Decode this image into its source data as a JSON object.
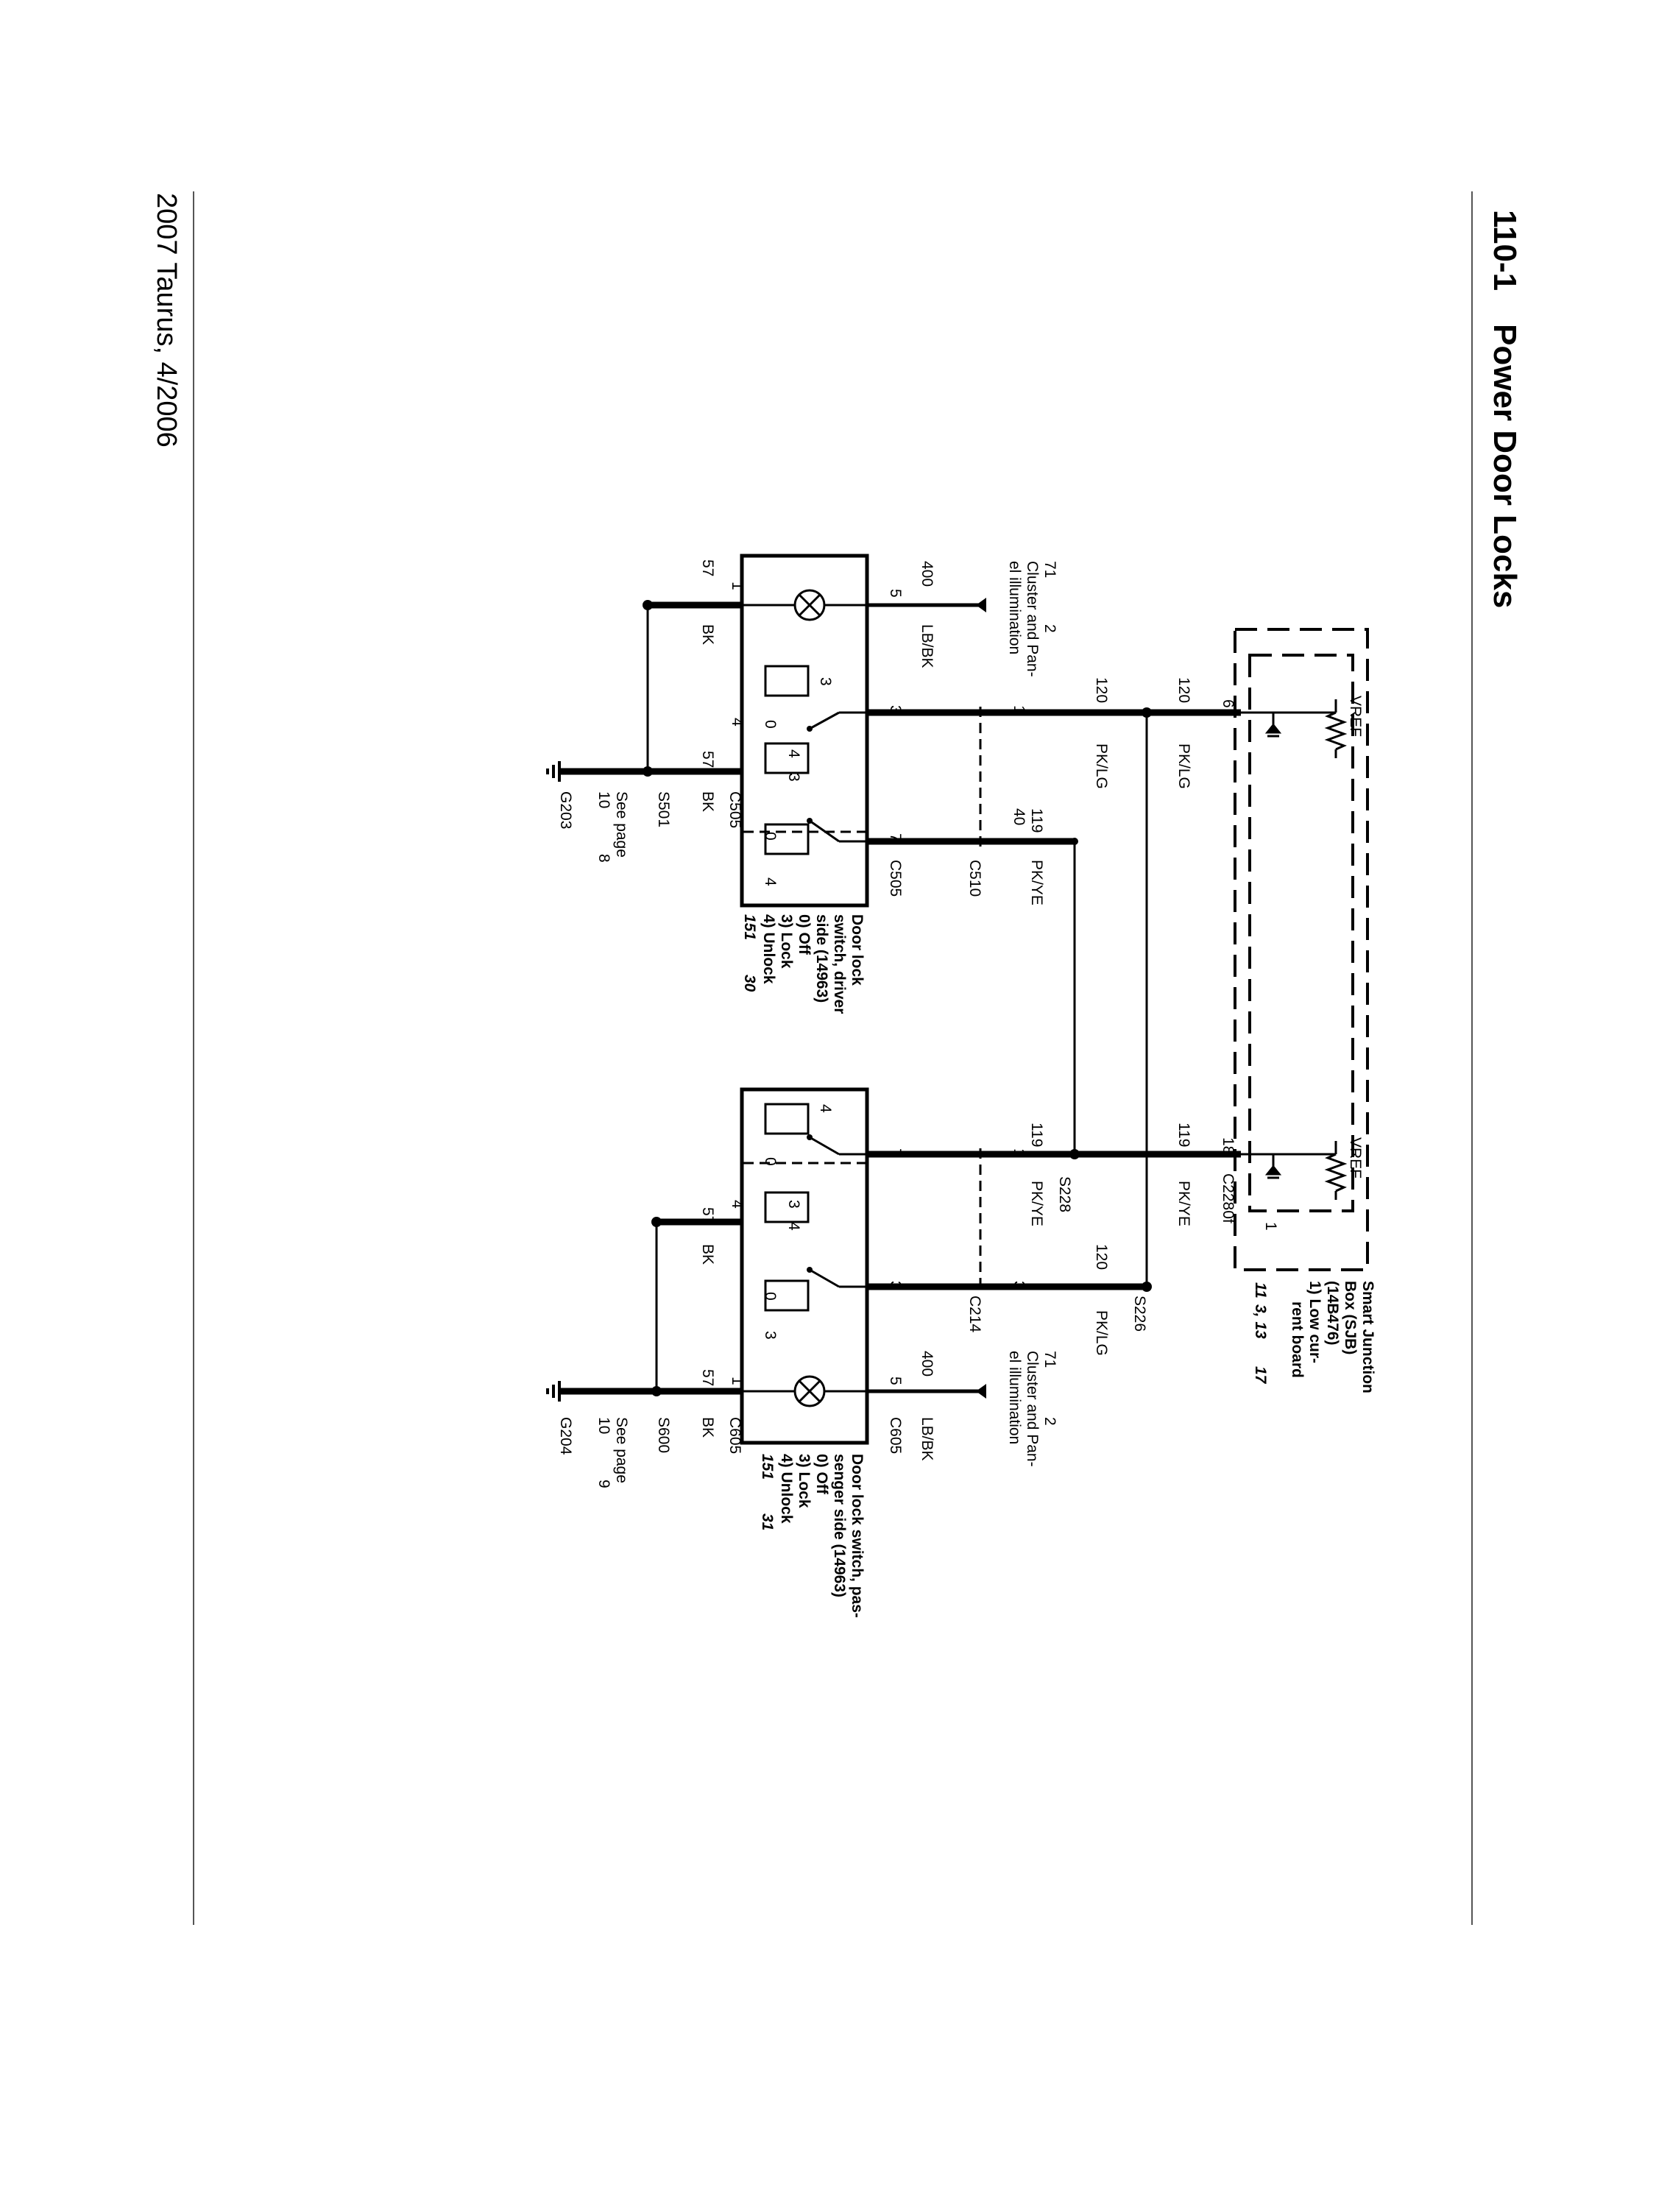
{
  "header": {
    "page_number": "110-1",
    "title": "Power Door Locks"
  },
  "footer": {
    "text": "2007 Taurus, 4/2006"
  },
  "sjb": {
    "title_lines": [
      "Smart Junction",
      "Box (SJB)",
      "(14B476)"
    ],
    "board_lines": [
      "1)    Low cur-",
      "rent board"
    ],
    "refs": [
      "11",
      "3, 13",
      "17"
    ],
    "vref": "VREF",
    "pins": {
      "driver": "6",
      "passenger": "18"
    },
    "connector": "C2280f",
    "board_marker": "1"
  },
  "wires": {
    "pklg": {
      "circuit": "120",
      "color": "PK/LG"
    },
    "pkye": {
      "circuit": "119",
      "color": "PK/YE"
    },
    "lbbk": {
      "circuit": "400",
      "color": "LB/BK"
    },
    "bk": {
      "circuit": "57",
      "color": "BK"
    },
    "illum": {
      "circuit": "71",
      "ref": "2",
      "lines": [
        "Cluster and Pan-",
        "el illumination"
      ]
    }
  },
  "driver": {
    "connector": "C505",
    "inline": "C510",
    "inline_pins": {
      "pklg": "1",
      "pkye": "40"
    },
    "pins": {
      "illum": "5",
      "pklg": "3",
      "pkye": "7",
      "gnd_a": "1",
      "gnd_b": "4"
    },
    "splice": "S501",
    "ground": "G203",
    "see_page": {
      "label": "See page",
      "page": "10",
      "sheet": "8"
    },
    "switch_title": [
      "Door lock",
      "switch, driver",
      "side (14963)"
    ],
    "positions": [
      "0)   Off",
      "3)   Lock",
      "4)   Unlock"
    ],
    "refs": [
      "151",
      "30"
    ],
    "contacts": [
      "3",
      "0",
      "4",
      "3",
      "0",
      "4"
    ]
  },
  "passenger": {
    "connector": "C605",
    "inline": "C214",
    "inline_pins": {
      "pkye": "1",
      "pklg": "3"
    },
    "pins": {
      "illum": "5",
      "pklg": "3",
      "pkye": "7",
      "gnd_a": "1",
      "gnd_b": "4"
    },
    "splice_pklg": "S226",
    "splice_pkye": "S228",
    "splice": "S600",
    "ground": "G204",
    "see_page": {
      "label": "See page",
      "page": "10",
      "sheet": "9"
    },
    "switch_title": [
      "Door lock switch, pas-",
      "senger side (14963)"
    ],
    "positions": [
      "0)   Off",
      "3)   Lock",
      "4)   Unlock"
    ],
    "refs": [
      "151",
      "31"
    ],
    "contacts": [
      "4",
      "0",
      "3",
      "4",
      "0",
      "3"
    ]
  }
}
